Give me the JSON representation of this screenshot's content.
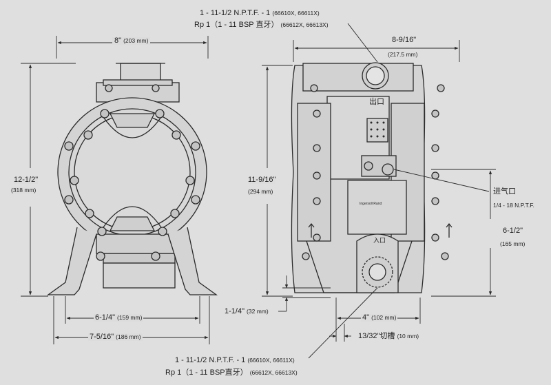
{
  "colors": {
    "paper": "#dcdcdc",
    "ink": "#2a2a2a",
    "metal": "#cfcfcf",
    "shadow": "#9a9a9a"
  },
  "top_port": {
    "line1_main": "1 - 11-1/2 N.P.T.F. - 1",
    "line1_models": "(66610X, 66611X)",
    "line2_main": "Rp 1（1 - 11 BSP 直牙）",
    "line2_models": "(66612X, 66613X)"
  },
  "bottom_port": {
    "line1_main": "1 - 11-1/2 N.P.T.F. - 1",
    "line1_models": "(66610X, 66611X)",
    "line2_main": "Rp 1（1 - 11  BSP直牙）",
    "line2_models": "(66612X, 66613X)"
  },
  "dimensions": {
    "width_left": {
      "value": "8\"",
      "metric": "(203 mm)"
    },
    "width_right": {
      "value": "8-9/16\"",
      "metric": "(217.5 mm)"
    },
    "height_left": {
      "value": "12-1/2\"",
      "metric": "(318 mm)"
    },
    "height_right": {
      "value": "11-9/16\"",
      "metric": "(294 mm)"
    },
    "base_inner": {
      "value": "6-1/4\"",
      "metric": "(159 mm)"
    },
    "base_outer": {
      "value": "7-5/16\"",
      "metric": "(186 mm)"
    },
    "inlet_height": {
      "value": "1-1/4\"",
      "metric": "(32 mm)"
    },
    "inlet_offset": {
      "value": "4\"",
      "metric": "(102 mm)"
    },
    "slot": {
      "value": "13/32\"切槽",
      "metric": "(10 mm)"
    },
    "air_height": {
      "value": "6-1/2\"",
      "metric": "(165 mm)"
    }
  },
  "labels": {
    "outlet": "出口",
    "inlet": "入口",
    "air_inlet": "进气口",
    "air_thread": "1/4 - 18 N.P.T.F.",
    "brand": "Ingersoll Rand"
  }
}
